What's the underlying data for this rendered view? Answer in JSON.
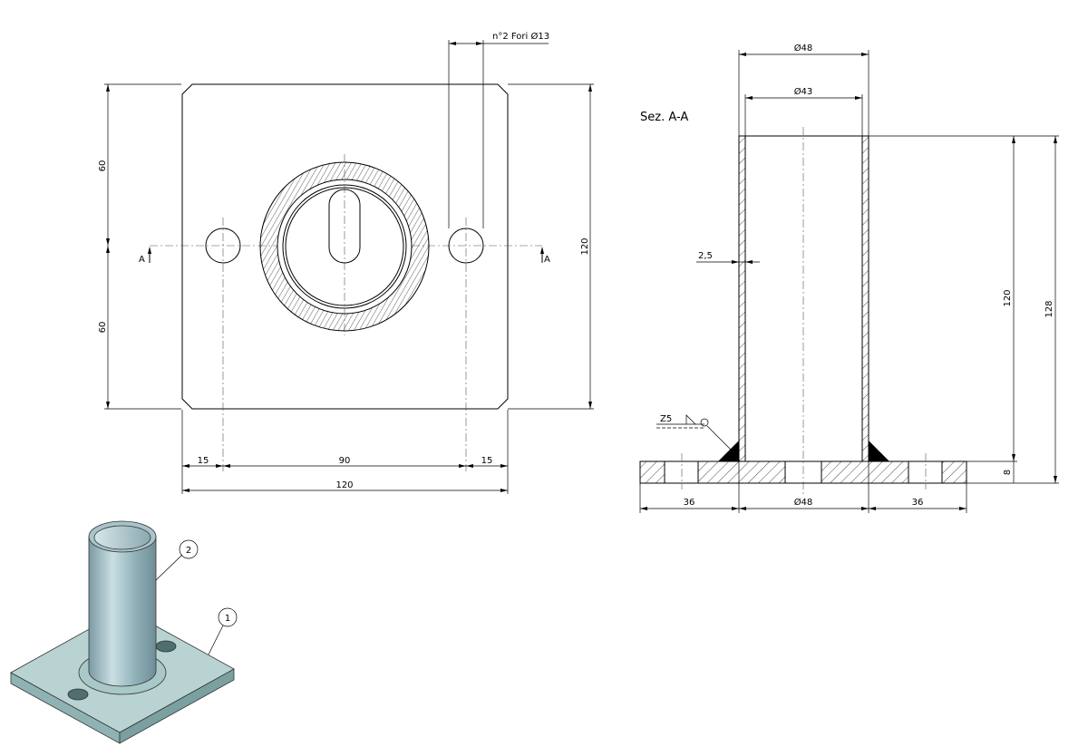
{
  "front_view": {
    "holes_label": "n°2 Fori Ø13",
    "dim_top_half": "60",
    "dim_bottom_half": "60",
    "dim_height": "120",
    "dim_left_margin": "15",
    "dim_hole_spacing": "90",
    "dim_right_margin": "15",
    "dim_width": "120",
    "section_mark_left": "A",
    "section_mark_right": "A"
  },
  "section_view": {
    "title": "Sez. A-A",
    "dim_outer_diameter": "Ø48",
    "dim_inner_diameter": "Ø43",
    "dim_wall": "2,5",
    "dim_tube_height": "120",
    "dim_total_height": "128",
    "dim_plate_thickness": "8",
    "dim_left": "36",
    "dim_center": "Ø48",
    "dim_right": "36",
    "weld_symbol": "Z5"
  },
  "iso_view": {
    "balloon_1": "1",
    "balloon_2": "2"
  },
  "colors": {
    "plate": "#b9d3d3",
    "tube": "#8fb0b8"
  }
}
